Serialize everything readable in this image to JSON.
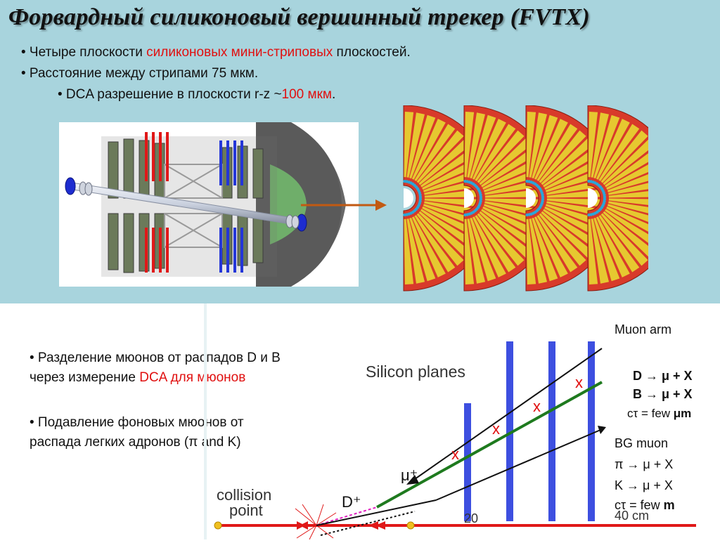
{
  "title": "Форвардный силиконовый вершинный трекер (FVTX)",
  "bullets": {
    "b1_pre": "• Четыре плоскости ",
    "b1_red": "силиконовых мини-стриповых",
    "b1_post": " плоскостей.",
    "b2": "• Расстояние между стрипами 75 мкм.",
    "b3_pre": "• DCA разрешение в плоскости r-z ~",
    "b3_red": "100 мкм",
    "b3_post": "."
  },
  "lower": {
    "l1": "• Разделение мюонов от распадов D и B",
    "l2_pre": "через измерение ",
    "l2_red": "DCA для мюонов",
    "l3": "• Подавление фоновых мюонов от",
    "l4": "распада легких адронов (π and K)"
  },
  "diagram": {
    "silicon_planes": "Silicon planes",
    "collision_line1": "collision",
    "collision_line2": "point",
    "d_plus": "D⁺",
    "mu_plus": "μ⁺",
    "tick_20": "20",
    "tick_40": "40 cm",
    "hits": [
      "x",
      "x",
      "x",
      "x"
    ],
    "muon_arm": "Muon arm",
    "d_decay": "D → μ + X",
    "b_decay": "B → μ + X",
    "ctau_signal_pre": "cτ = few ",
    "ctau_signal_unit": "μm",
    "bg_muon": "BG muon",
    "pi_decay": "π → μ + X",
    "k_decay": "K → μ + X",
    "ctau_bg_pre": "cτ = few ",
    "ctau_bg_unit": "m"
  },
  "colors": {
    "top_background": "#a8d4dd",
    "accent_red": "#e01010",
    "plane_blue": "#3d4fe0",
    "track_green": "#1e7a1e",
    "beam_red": "#e01818",
    "wedge_red": "#d83a2a",
    "wedge_yellow": "#e6c830"
  }
}
